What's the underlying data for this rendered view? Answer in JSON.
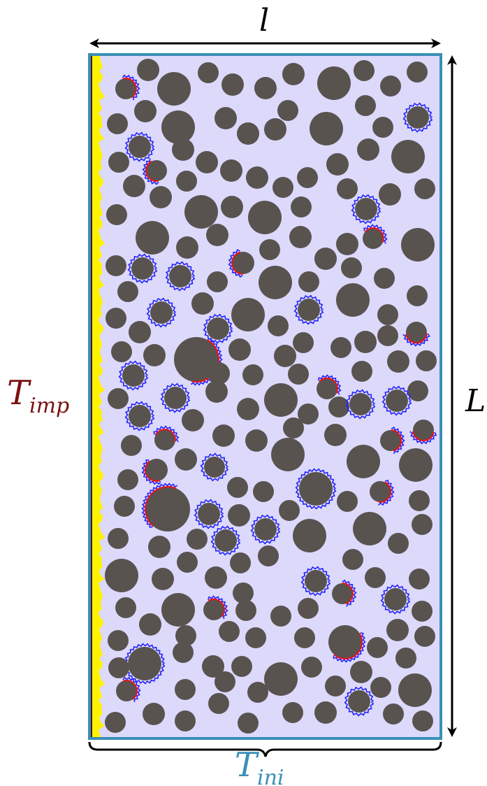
{
  "labels": {
    "top_width": "l",
    "right_height": "L",
    "left_boundary_main": "T",
    "left_boundary_sub": "imp",
    "bottom_boundary_main": "T",
    "bottom_boundary_sub": "ini"
  },
  "colors": {
    "domain_fill": "#dcd9fb",
    "domain_border": "#3b8fb7",
    "inclusion_fill": "#595350",
    "inclusion_edge_outer": "#2222ff",
    "inclusion_edge_inner": "#ee1111",
    "hot_wall": "#4a1a10",
    "melt_front": "#fff200",
    "t_imp_color": "#7b1111",
    "t_ini_color": "#3b8fb7",
    "arrow_color": "#000000"
  }
}
